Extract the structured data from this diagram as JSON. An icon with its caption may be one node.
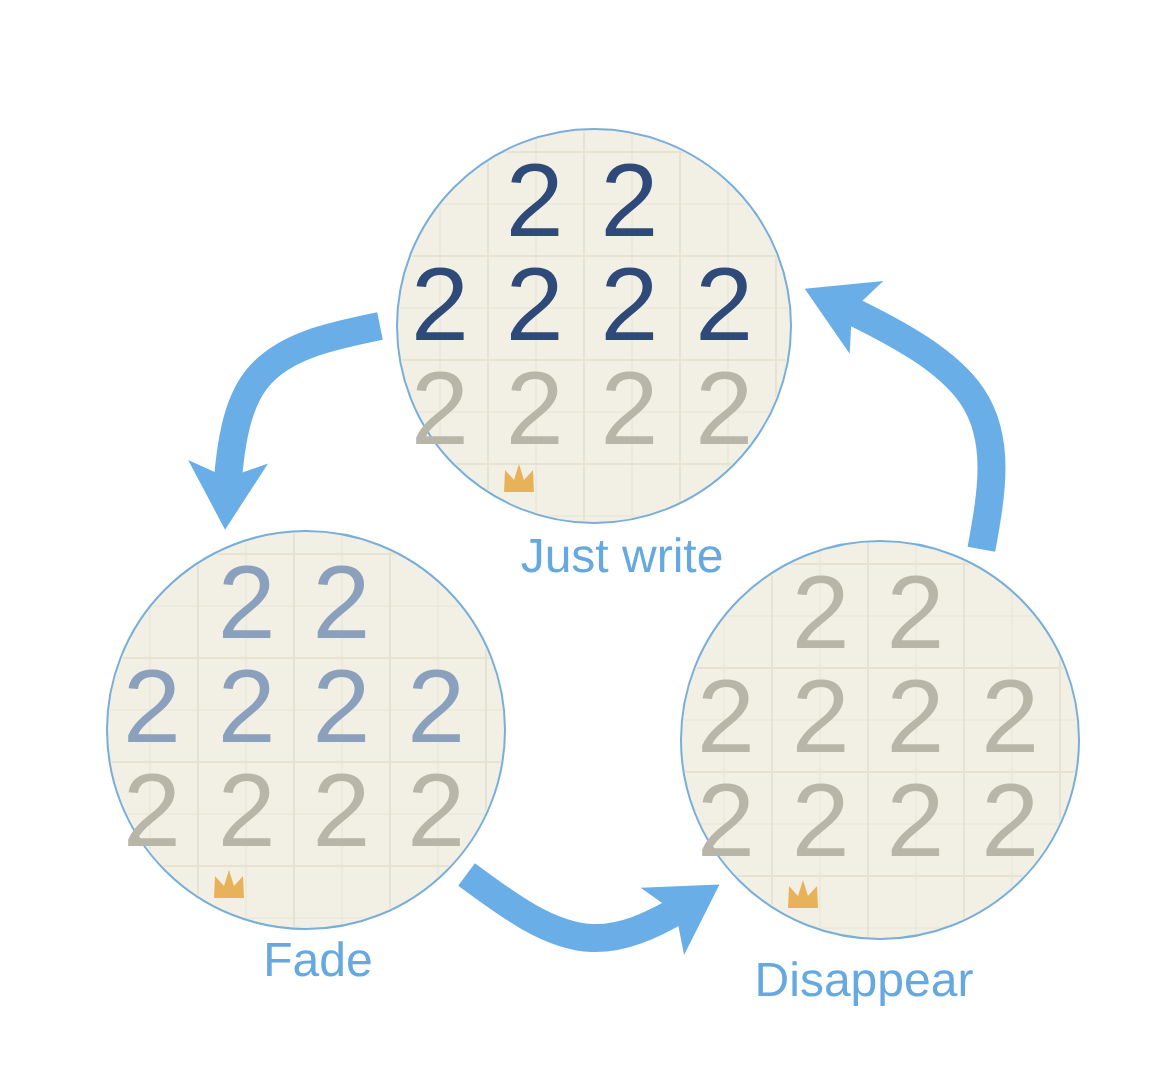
{
  "diagram": {
    "nodes": [
      {
        "text": [
          "2 2",
          "2 2 2 2",
          "2 2 2 2",
          "Just write"
        ]
      },
      {
        "text": [
          "2 2",
          "2 2 2 2",
          "2 2 2 2",
          "Fade"
        ]
      },
      {
        "text": [
          "2 2",
          "2 2 2 2",
          "2 2 2 2",
          "Disappear"
        ]
      }
    ],
    "edges": [
      {
        "from": 0,
        "to": 1,
        "arrow": "to"
      },
      {
        "from": 1,
        "to": 2,
        "arrow": "to"
      },
      {
        "from": 2,
        "to": 0,
        "arrow": "to"
      }
    ]
  }
}
